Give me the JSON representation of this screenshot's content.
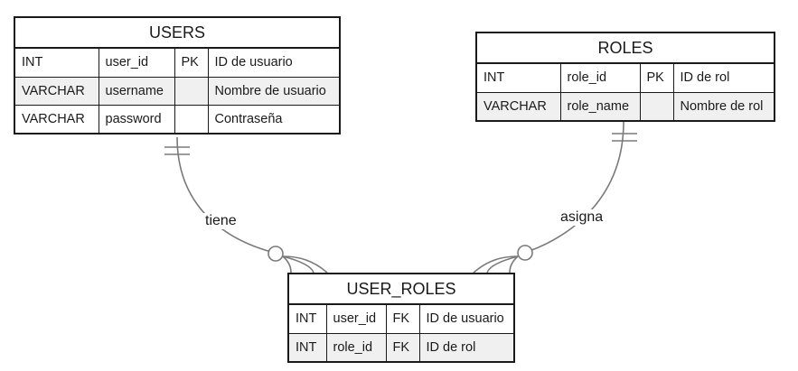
{
  "entities": {
    "users": {
      "name": "USERS",
      "rows": [
        {
          "type": "INT",
          "field": "user_id",
          "key": "PK",
          "desc": "ID de usuario"
        },
        {
          "type": "VARCHAR",
          "field": "username",
          "key": "",
          "desc": "Nombre de usuario"
        },
        {
          "type": "VARCHAR",
          "field": "password",
          "key": "",
          "desc": "Contraseña"
        }
      ]
    },
    "roles": {
      "name": "ROLES",
      "rows": [
        {
          "type": "INT",
          "field": "role_id",
          "key": "PK",
          "desc": "ID de rol"
        },
        {
          "type": "VARCHAR",
          "field": "role_name",
          "key": "",
          "desc": "Nombre de rol"
        }
      ]
    },
    "user_roles": {
      "name": "USER_ROLES",
      "rows": [
        {
          "type": "INT",
          "field": "user_id",
          "key": "FK",
          "desc": "ID de usuario"
        },
        {
          "type": "INT",
          "field": "role_id",
          "key": "FK",
          "desc": "ID de rol"
        }
      ]
    }
  },
  "relationships": {
    "users_user_roles": {
      "label": "tiene",
      "from_cardinality": "exactly-one",
      "to_cardinality": "zero-or-many"
    },
    "roles_user_roles": {
      "label": "asigna",
      "from_cardinality": "exactly-one",
      "to_cardinality": "zero-or-many"
    }
  },
  "colors": {
    "line": "#1a1a1a",
    "connector": "#7a7a7a",
    "shaded_row": "#f0f0f0"
  }
}
